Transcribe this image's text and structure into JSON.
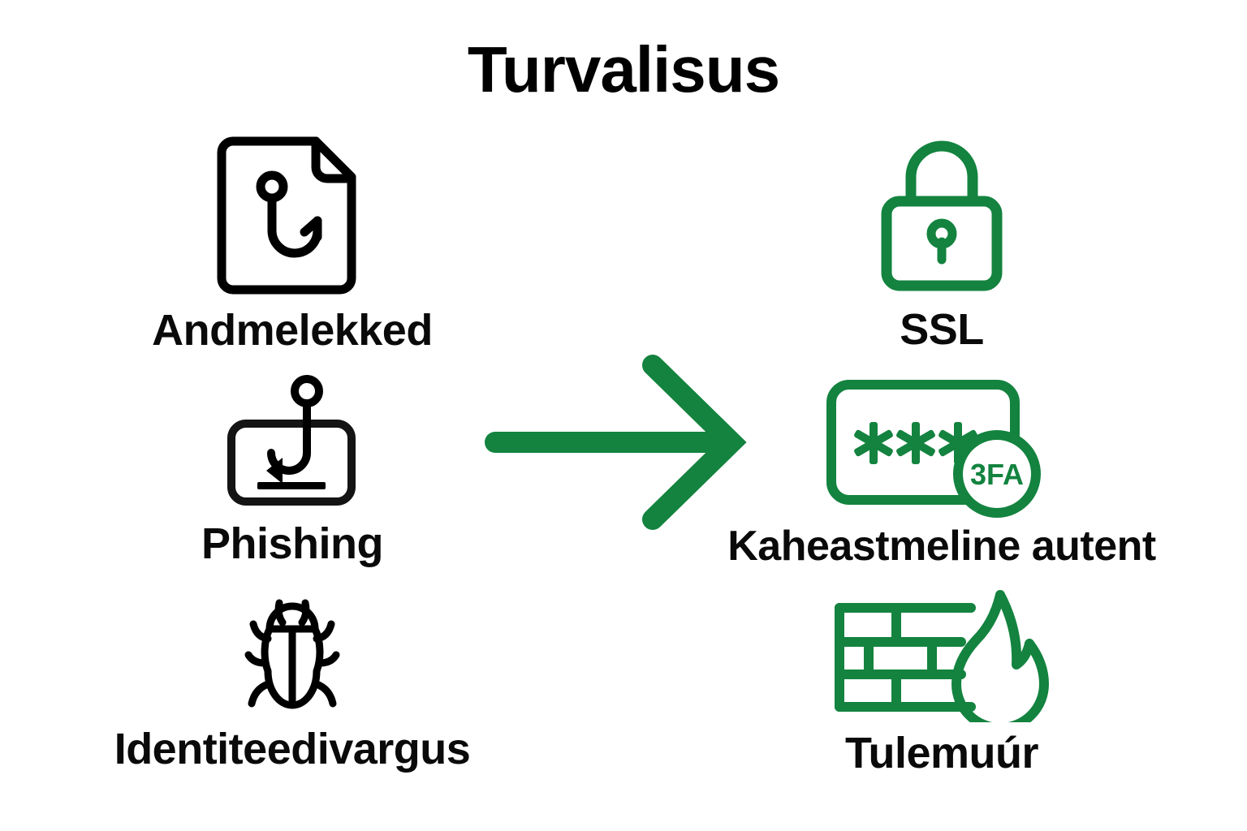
{
  "title": "Turvalisus",
  "colors": {
    "text": "#0a0a0a",
    "accent_green": "#13833f",
    "background": "#ffffff"
  },
  "threats": {
    "heading_side": "left",
    "items": [
      {
        "label": "Andmelekked",
        "icon": "document-hook-icon"
      },
      {
        "label": "Phishing",
        "icon": "card-hook-icon"
      },
      {
        "label": "Identiteedivargus",
        "icon": "bug-icon"
      }
    ]
  },
  "arrow": {
    "icon": "arrow-right-icon",
    "direction": "right"
  },
  "defenses": {
    "heading_side": "right",
    "items": [
      {
        "label": "SSL",
        "icon": "padlock-icon"
      },
      {
        "label": "Kaheastmeline autent",
        "icon": "two-factor-card-icon",
        "badge": "3FA"
      },
      {
        "label": "Tulemuúr",
        "icon": "firewall-flame-icon"
      }
    ]
  }
}
